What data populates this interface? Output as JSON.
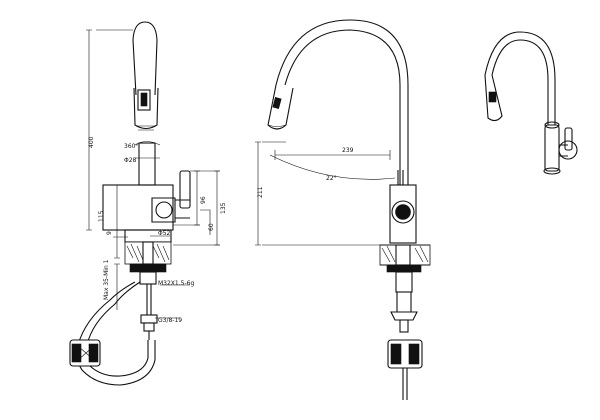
{
  "dimensions": {
    "overall_height": "400",
    "swivel": "360°",
    "spout_dia": "Φ28",
    "body_height": "115",
    "handle_height": "96",
    "handle_offset": "135",
    "base_dia": "Φ52",
    "base_height": "60",
    "small_gap": "9",
    "max_counter": "Max 35-Min 1",
    "thread_main": "M32X1.5-6g",
    "hose_thread": "G3/8-19",
    "reach": "239",
    "spout_height": "211",
    "spout_angle": "22°"
  }
}
